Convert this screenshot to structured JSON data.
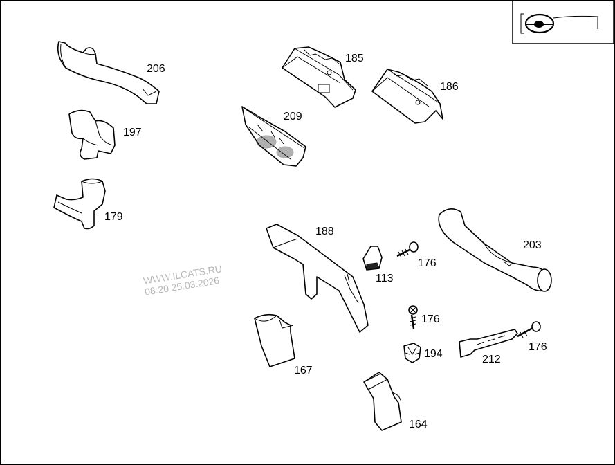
{
  "watermark": {
    "line1": "WWW.ILCATS.RU",
    "line2": "08:20 25.03.2026"
  },
  "callouts": {
    "p206": "206",
    "p197": "197",
    "p179": "179",
    "p185": "185",
    "p186": "186",
    "p209": "209",
    "p188": "188",
    "p113": "113",
    "p176a": "176",
    "p176b": "176",
    "p176c": "176",
    "p194": "194",
    "p212": "212",
    "p203": "203",
    "p167": "167",
    "p164": "164"
  },
  "icons": {
    "corner": "steering-wheel-icon"
  }
}
